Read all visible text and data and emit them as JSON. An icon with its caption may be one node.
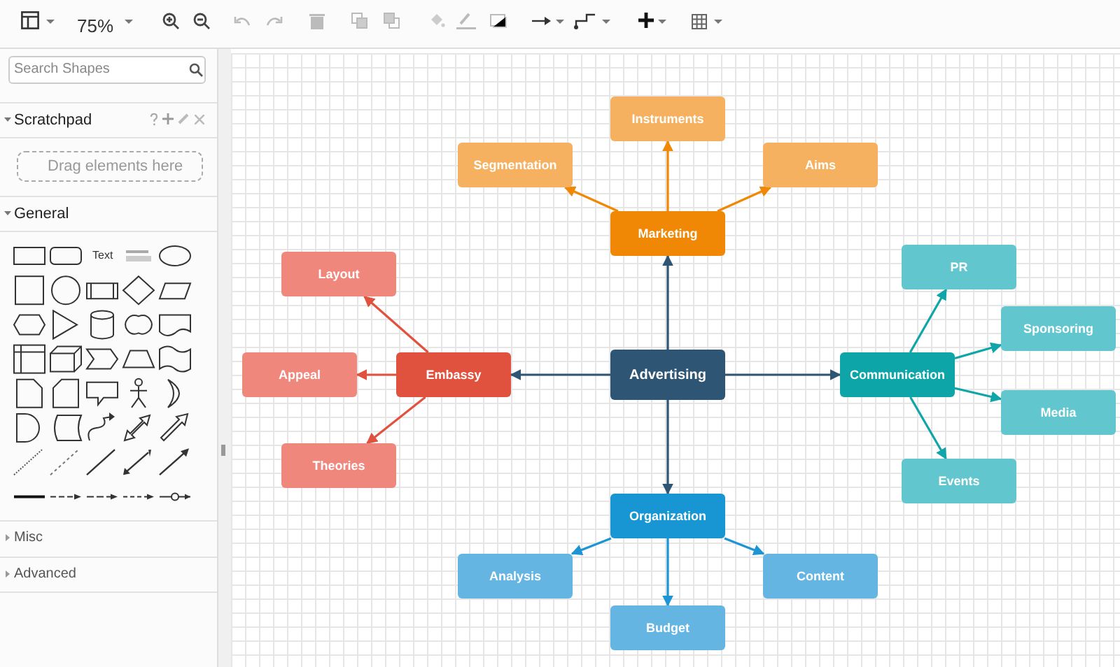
{
  "diagram": {
    "nodes": [
      {
        "text": [
          "Advertising"
        ]
      },
      {
        "text": [
          "Marketing"
        ]
      },
      {
        "text": [
          "Instruments"
        ]
      },
      {
        "text": [
          "Segmentation"
        ]
      },
      {
        "text": [
          "Aims"
        ]
      },
      {
        "text": [
          "Embassy"
        ]
      },
      {
        "text": [
          "Layout"
        ]
      },
      {
        "text": [
          "Appeal"
        ]
      },
      {
        "text": [
          "Theories"
        ]
      },
      {
        "text": [
          "Communication"
        ]
      },
      {
        "text": [
          "PR"
        ]
      },
      {
        "text": [
          "Sponsoring"
        ]
      },
      {
        "text": [
          "Media"
        ]
      },
      {
        "text": [
          "Events"
        ]
      },
      {
        "text": [
          "Organization"
        ]
      },
      {
        "text": [
          "Analysis"
        ]
      },
      {
        "text": [
          "Content"
        ]
      },
      {
        "text": [
          "Budget"
        ]
      }
    ],
    "edges": [
      {
        "from": 0,
        "to": 1,
        "arrow": "to",
        "color": "#2f5574"
      },
      {
        "from": 0,
        "to": 5,
        "arrow": "to",
        "color": "#2f5574"
      },
      {
        "from": 0,
        "to": 9,
        "arrow": "to",
        "color": "#2f5574"
      },
      {
        "from": 0,
        "to": 14,
        "arrow": "to",
        "color": "#2f5574"
      },
      {
        "from": 1,
        "to": 2,
        "arrow": "to",
        "color": "#f08705"
      },
      {
        "from": 1,
        "to": 3,
        "arrow": "to",
        "color": "#f08705"
      },
      {
        "from": 1,
        "to": 4,
        "arrow": "to",
        "color": "#f08705"
      },
      {
        "from": 5,
        "to": 6,
        "arrow": "to",
        "color": "#e0523d"
      },
      {
        "from": 5,
        "to": 7,
        "arrow": "to",
        "color": "#e0523d"
      },
      {
        "from": 5,
        "to": 8,
        "arrow": "to",
        "color": "#e0523d"
      },
      {
        "from": 9,
        "to": 10,
        "arrow": "to",
        "color": "#0fa5a9"
      },
      {
        "from": 9,
        "to": 11,
        "arrow": "to",
        "color": "#0fa5a9"
      },
      {
        "from": 9,
        "to": 12,
        "arrow": "to",
        "color": "#0fa5a9"
      },
      {
        "from": 9,
        "to": 13,
        "arrow": "to",
        "color": "#0fa5a9"
      },
      {
        "from": 14,
        "to": 15,
        "arrow": "to",
        "color": "#1b95d4"
      },
      {
        "from": 14,
        "to": 16,
        "arrow": "to",
        "color": "#1b95d4"
      },
      {
        "from": 14,
        "to": 17,
        "arrow": "to",
        "color": "#1b95d4"
      }
    ],
    "labels": [
      "75%",
      "Search Shapes",
      "Scratchpad",
      "Drag elements here",
      "General",
      "Text",
      "Misc",
      "Advanced"
    ]
  }
}
